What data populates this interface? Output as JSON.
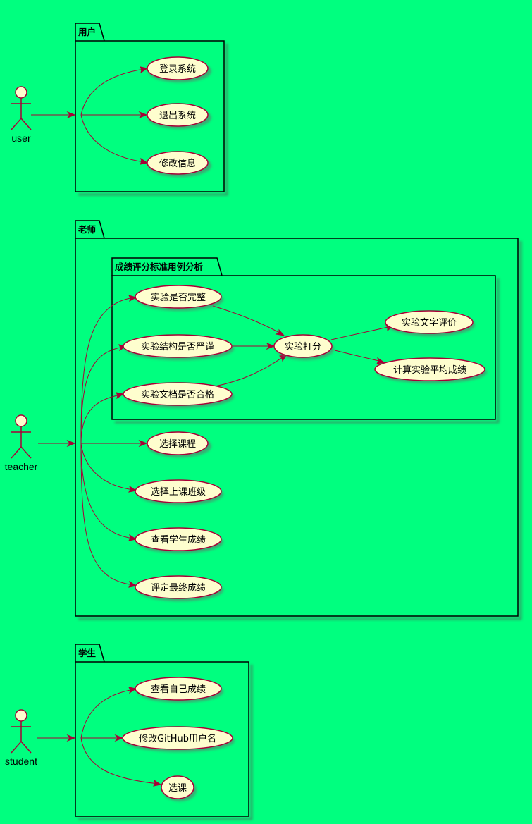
{
  "packages": {
    "user": "用户",
    "teacher": "老师",
    "grading": "成绩评分标准用例分析",
    "student": "学生"
  },
  "actors": {
    "user": "user",
    "teacher": "teacher",
    "student": "student"
  },
  "usecases": {
    "login": "登录系统",
    "logout": "退出系统",
    "edit_info": "修改信息",
    "complete": "实验是否完整",
    "structure": "实验结构是否严谨",
    "document": "实验文档是否合格",
    "score": "实验打分",
    "text_eval": "实验文字评价",
    "avg_score": "计算实验平均成绩",
    "select_course": "选择课程",
    "select_class": "选择上课班级",
    "view_scores": "查看学生成绩",
    "final_score": "评定最终成绩",
    "view_own": "查看自己成绩",
    "github": "修改GitHub用户名",
    "elective": "选课"
  },
  "colors": {
    "background": "#00FF7F",
    "usecase_fill": "#FEFECE",
    "edge": "#A80036"
  }
}
